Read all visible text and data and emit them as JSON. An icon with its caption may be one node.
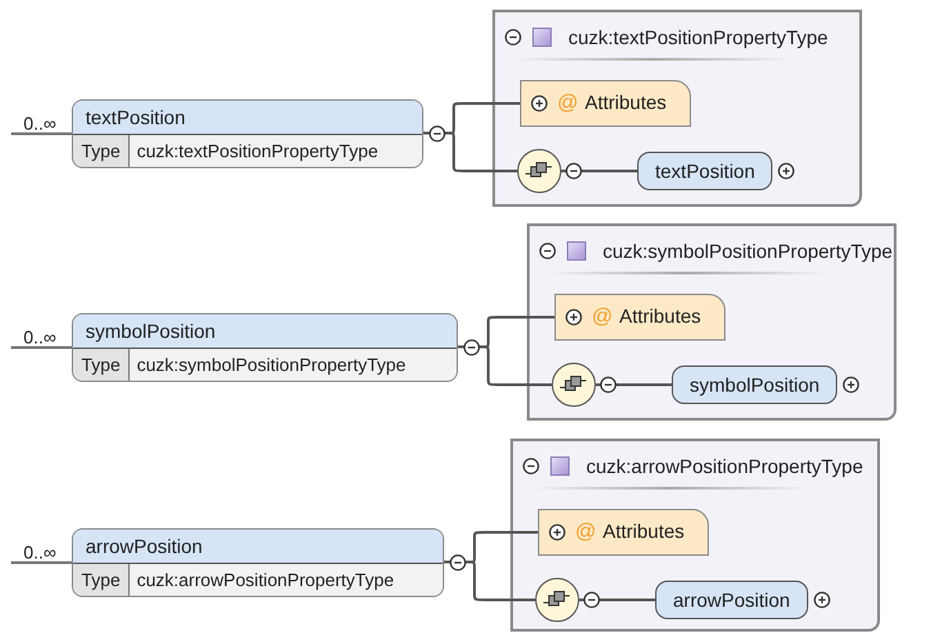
{
  "diagram": {
    "nodes": [
      {
        "text": [
          "textPosition",
          "Type",
          "cuzk:textPositionPropertyType"
        ],
        "beside": [
          "0..∞"
        ]
      },
      {
        "text": [
          "cuzk:textPositionPropertyType"
        ]
      },
      {
        "text": [
          "@",
          "Attributes"
        ],
        "in": 1
      },
      {
        "text": [],
        "shape": "circle",
        "in": 1
      },
      {
        "text": [
          "textPosition"
        ],
        "in": 1
      },
      {
        "text": [
          "symbolPosition",
          "Type",
          "cuzk:symbolPositionPropertyType"
        ],
        "beside": [
          "0..∞"
        ]
      },
      {
        "text": [
          "cuzk:symbolPositionPropertyType"
        ]
      },
      {
        "text": [
          "@",
          "Attributes"
        ],
        "in": 6
      },
      {
        "text": [],
        "shape": "circle",
        "in": 6
      },
      {
        "text": [
          "symbolPosition"
        ],
        "in": 6
      },
      {
        "text": [
          "arrowPosition",
          "Type",
          "cuzk:arrowPositionPropertyType"
        ],
        "beside": [
          "0..∞"
        ]
      },
      {
        "text": [
          "cuzk:arrowPositionPropertyType"
        ]
      },
      {
        "text": [
          "@",
          "Attributes"
        ],
        "in": 11
      },
      {
        "text": [],
        "shape": "circle",
        "in": 11
      },
      {
        "text": [
          "arrowPosition"
        ],
        "in": 11
      }
    ],
    "edges": [
      {
        "from": 0,
        "to": 2,
        "arrow": "none"
      },
      {
        "from": 0,
        "to": 3,
        "arrow": "none"
      },
      {
        "from": 3,
        "to": 4,
        "arrow": "none"
      },
      {
        "from": 5,
        "to": 7,
        "arrow": "none"
      },
      {
        "from": 5,
        "to": 8,
        "arrow": "none"
      },
      {
        "from": 8,
        "to": 9,
        "arrow": "none"
      },
      {
        "from": 10,
        "to": 12,
        "arrow": "none"
      },
      {
        "from": 10,
        "to": 13,
        "arrow": "none"
      },
      {
        "from": 13,
        "to": 14,
        "arrow": "none"
      }
    ]
  }
}
